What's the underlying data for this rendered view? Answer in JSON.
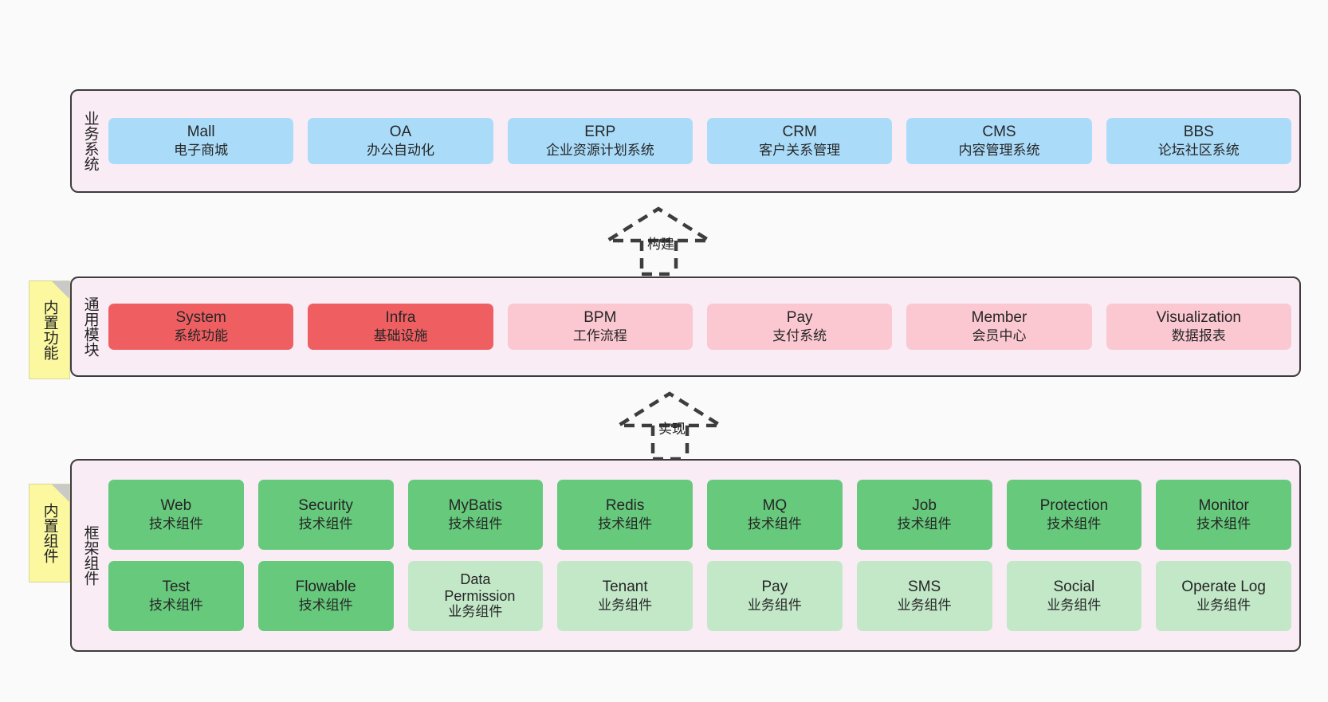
{
  "diagram": {
    "background_color": "#fafafa",
    "panel_background": "#f9ecf5",
    "panel_border": "#3d3d3d",
    "note_color": "#fbf8a0"
  },
  "layers": [
    {
      "key": "business",
      "title": "业务系统",
      "note": null,
      "rows": [
        {
          "boxes": [
            {
              "t1": "Mall",
              "t2": "电子商城",
              "color": "#aadcfa",
              "variant": "c-blue"
            },
            {
              "t1": "OA",
              "t2": "办公自动化",
              "color": "#aadcfa",
              "variant": "c-blue"
            },
            {
              "t1": "ERP",
              "t2": "企业资源计划系统",
              "color": "#aadcfa",
              "variant": "c-blue"
            },
            {
              "t1": "CRM",
              "t2": "客户关系管理",
              "color": "#aadcfa",
              "variant": "c-blue"
            },
            {
              "t1": "CMS",
              "t2": "内容管理系统",
              "color": "#aadcfa",
              "variant": "c-blue"
            },
            {
              "t1": "BBS",
              "t2": "论坛社区系统",
              "color": "#aadcfa",
              "variant": "c-blue"
            }
          ]
        }
      ]
    },
    {
      "key": "common",
      "title": "通用模块",
      "note": "内置功能",
      "rows": [
        {
          "boxes": [
            {
              "t1": "System",
              "t2": "系统功能",
              "color": "#ef5f62",
              "variant": "c-red"
            },
            {
              "t1": "Infra",
              "t2": "基础设施",
              "color": "#ef5f62",
              "variant": "c-red"
            },
            {
              "t1": "BPM",
              "t2": "工作流程",
              "color": "#fbc8d1",
              "variant": "c-pink"
            },
            {
              "t1": "Pay",
              "t2": "支付系统",
              "color": "#fbc8d1",
              "variant": "c-pink"
            },
            {
              "t1": "Member",
              "t2": "会员中心",
              "color": "#fbc8d1",
              "variant": "c-pink"
            },
            {
              "t1": "Visualization",
              "t2": "数据报表",
              "color": "#fbc8d1",
              "variant": "c-pink"
            }
          ]
        }
      ]
    },
    {
      "key": "framework",
      "title": "框架组件",
      "note": "内置组件",
      "rows": [
        {
          "boxes": [
            {
              "t1": "Web",
              "t2": "技术组件",
              "color": "#66c97c",
              "variant": "c-green"
            },
            {
              "t1": "Security",
              "t2": "技术组件",
              "color": "#66c97c",
              "variant": "c-green"
            },
            {
              "t1": "MyBatis",
              "t2": "技术组件",
              "color": "#66c97c",
              "variant": "c-green"
            },
            {
              "t1": "Redis",
              "t2": "技术组件",
              "color": "#66c97c",
              "variant": "c-green"
            },
            {
              "t1": "MQ",
              "t2": "技术组件",
              "color": "#66c97c",
              "variant": "c-green"
            },
            {
              "t1": "Job",
              "t2": "技术组件",
              "color": "#66c97c",
              "variant": "c-green"
            },
            {
              "t1": "Protection",
              "t2": "技术组件",
              "color": "#66c97c",
              "variant": "c-green"
            },
            {
              "t1": "Monitor",
              "t2": "技术组件",
              "color": "#66c97c",
              "variant": "c-green"
            }
          ]
        },
        {
          "boxes": [
            {
              "t1": "Test",
              "t2": "技术组件",
              "color": "#66c97c",
              "variant": "c-green"
            },
            {
              "t1": "Flowable",
              "t2": "技术组件",
              "color": "#66c97c",
              "variant": "c-green"
            },
            {
              "t1": "Data Permission",
              "t2": "业务组件",
              "color": "#c2e8c8",
              "variant": "c-lightgreen"
            },
            {
              "t1": "Tenant",
              "t2": "业务组件",
              "color": "#c2e8c8",
              "variant": "c-lightgreen"
            },
            {
              "t1": "Pay",
              "t2": "业务组件",
              "color": "#c2e8c8",
              "variant": "c-lightgreen"
            },
            {
              "t1": "SMS",
              "t2": "业务组件",
              "color": "#c2e8c8",
              "variant": "c-lightgreen"
            },
            {
              "t1": "Social",
              "t2": "业务组件",
              "color": "#c2e8c8",
              "variant": "c-lightgreen"
            },
            {
              "t1": "Operate Log",
              "t2": "业务组件",
              "color": "#c2e8c8",
              "variant": "c-lightgreen"
            }
          ]
        }
      ]
    }
  ],
  "connectors": [
    {
      "key": "build",
      "label": "构建"
    },
    {
      "key": "implement",
      "label": "实现"
    }
  ]
}
